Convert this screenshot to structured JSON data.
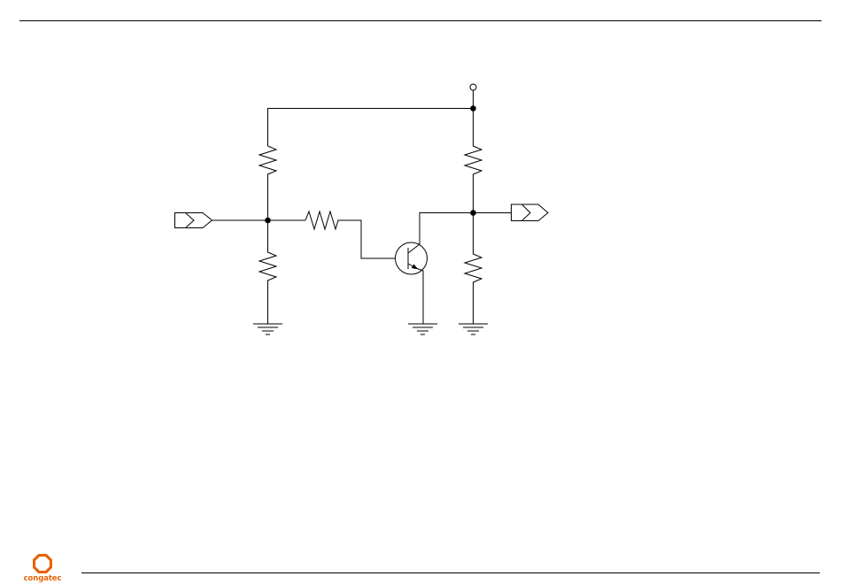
{
  "brand": {
    "name": "congatec",
    "color": "#e8630a"
  },
  "schematic": {
    "components": [
      {
        "type": "supply-terminal",
        "name": "vcc-terminal"
      },
      {
        "type": "resistor",
        "name": "r1-pullup"
      },
      {
        "type": "resistor",
        "name": "r2-pulldown"
      },
      {
        "type": "resistor",
        "name": "r3-base"
      },
      {
        "type": "resistor",
        "name": "r4-collector"
      },
      {
        "type": "resistor",
        "name": "r5-output-pulldown"
      },
      {
        "type": "npn-transistor",
        "name": "q1"
      },
      {
        "type": "input-port",
        "name": "signal-in"
      },
      {
        "type": "output-port",
        "name": "signal-out"
      },
      {
        "type": "ground",
        "count": 3
      }
    ]
  }
}
